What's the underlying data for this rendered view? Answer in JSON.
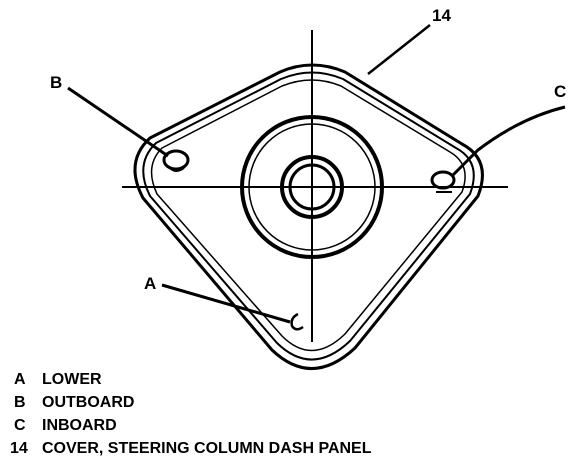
{
  "callouts": {
    "c14": "14",
    "b": "B",
    "c": "C",
    "a": "A"
  },
  "legend": [
    {
      "key": "A",
      "text": "LOWER"
    },
    {
      "key": "B",
      "text": "OUTBOARD"
    },
    {
      "key": "C",
      "text": "INBOARD"
    },
    {
      "key": "14",
      "text": "COVER, STEERING COLUMN DASH PANEL"
    }
  ]
}
